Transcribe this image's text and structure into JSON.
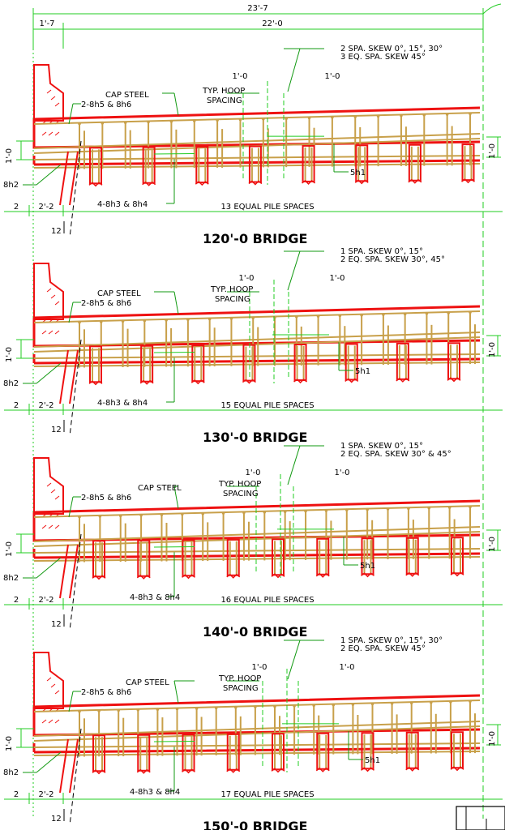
{
  "colors": {
    "concrete": "#ee1111",
    "rebar": "#c8a04a",
    "dimension": "#22cc22",
    "leader": "#119911",
    "text": "#000000"
  },
  "top_dims": {
    "overall": "23'-7",
    "left": "1'-7",
    "main": "22'-0"
  },
  "panels": [
    {
      "title": "120'-0 BRIDGE",
      "note_line1": "2 SPA. SKEW 0°, 15°, 30°",
      "note_line2": "3 EQ. SPA. SKEW 45°",
      "typ_hoop": "TYP. HOOP",
      "spacing": "SPACING",
      "dim_a": "1'-0",
      "dim_b": "1'-0",
      "cap_steel": "CAP STEEL",
      "bars_top": "2-8h5 & 8h6",
      "bars_bottom": "4-8h3 & 8h4",
      "hook_bar": "5h1",
      "side_bar": "8h2",
      "depth_left": "1'-0",
      "depth_right": "1'-0",
      "bottom_left": "2",
      "bottom_mid": "2'-2",
      "pile_spaces": "13 EQUAL PILE SPACES",
      "batter": "12"
    },
    {
      "title": "130'-0 BRIDGE",
      "note_line1": "1 SPA. SKEW 0°, 15°",
      "note_line2": "2 EQ. SPA. SKEW 30°, 45°",
      "typ_hoop": "TYP. HOOP",
      "spacing": "SPACING",
      "dim_a": "1'-0",
      "dim_b": "1'-0",
      "cap_steel": "CAP STEEL",
      "bars_top": "2-8h5 & 8h6",
      "bars_bottom": "4-8h3 & 8h4",
      "hook_bar": "5h1",
      "side_bar": "8h2",
      "depth_left": "1'-0",
      "depth_right": "1'-0",
      "bottom_left": "2",
      "bottom_mid": "2'-2",
      "pile_spaces": "15 EQUAL PILE SPACES",
      "batter": "12"
    },
    {
      "title": "140'-0 BRIDGE",
      "note_line1": "1 SPA. SKEW 0°, 15°",
      "note_line2": "2 EQ. SPA. SKEW 30° & 45°",
      "typ_hoop": "TYP. HOOP",
      "spacing": "SPACING",
      "dim_a": "1'-0",
      "dim_b": "1'-0",
      "cap_steel": "CAP STEEL",
      "bars_top": "2-8h5 & 8h6",
      "bars_bottom": "4-8h3 & 8h4",
      "hook_bar": "5h1",
      "side_bar": "8h2",
      "depth_left": "1'-0",
      "depth_right": "1'-0",
      "bottom_left": "2",
      "bottom_mid": "2'-2",
      "pile_spaces": "16 EQUAL PILE SPACES",
      "batter": "12"
    },
    {
      "title": "150'-0 BRIDGE",
      "note_line1": "1 SPA. SKEW 0°, 15°, 30°",
      "note_line2": "2 EQ. SPA. SKEW 45°",
      "typ_hoop": "TYP. HOOP",
      "spacing": "SPACING",
      "dim_a": "1'-0",
      "dim_b": "1'-0",
      "cap_steel": "CAP STEEL",
      "bars_top": "2-8h5 & 8h6",
      "bars_bottom": "4-8h3 & 8h4",
      "hook_bar": "5h1",
      "side_bar": "8h2",
      "depth_left": "1'-0",
      "depth_right": "1'-0",
      "bottom_left": "2",
      "bottom_mid": "2'-2",
      "pile_spaces": "17 EQUAL PILE SPACES",
      "batter": "12"
    }
  ]
}
